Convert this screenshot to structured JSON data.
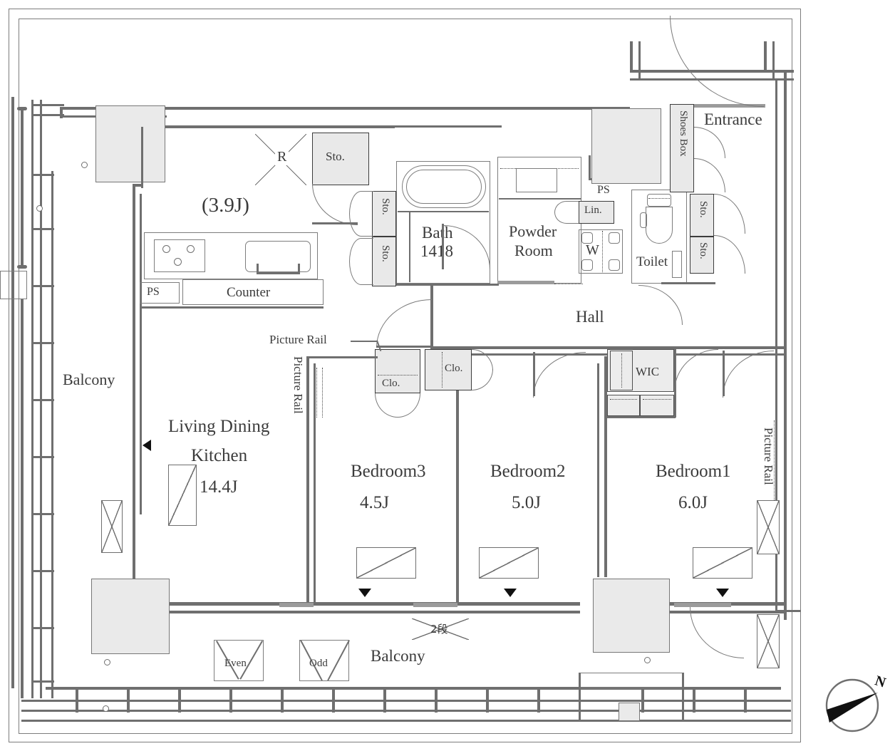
{
  "plan": {
    "type": "residential-floor-plan",
    "unit_system": "Japanese tatami (J)",
    "rooms": [
      {
        "key": "ldk",
        "name": "Living Dining",
        "name2": "Kitchen",
        "size": "14.4J"
      },
      {
        "key": "bedroom1",
        "name": "Bedroom1",
        "size": "6.0J"
      },
      {
        "key": "bedroom2",
        "name": "Bedroom2",
        "size": "5.0J"
      },
      {
        "key": "bedroom3",
        "name": "Bedroom3",
        "size": "4.5J"
      },
      {
        "key": "kitchen_alcove",
        "name": "",
        "size": "(3.9J)"
      }
    ],
    "labels": {
      "kitchen_area": "(3.9J)",
      "refrigerator": "R",
      "storage_top": "Sto.",
      "storage_bath_1": "Sto.",
      "storage_bath_2": "Sto.",
      "storage_ent_1": "Sto.",
      "storage_ent_2": "Sto.",
      "counter": "Counter",
      "ps_kitchen": "PS",
      "ps_hall": "PS",
      "bath": "Bath",
      "bath_size": "1418",
      "powder_room_l1": "Powder",
      "powder_room_l2": "Room",
      "linen": "Lin.",
      "washer": "W",
      "toilet": "Toilet",
      "hall": "Hall",
      "entrance": "Entrance",
      "shoes_box": "Shoes Box",
      "wic": "WIC",
      "closet_1": "Clo.",
      "closet_2": "Clo.",
      "balcony_left": "Balcony",
      "balcony_bottom": "Balcony",
      "picture_rail_callout": "Picture Rail",
      "picture_rail_vertical_left": "Picture Rail",
      "picture_rail_vertical_right": "Picture Rail",
      "living_dining": "Living Dining",
      "kitchen": "Kitchen",
      "ldk_size": "14.4J",
      "bedroom1": "Bedroom1",
      "bedroom1_size": "6.0J",
      "bedroom2": "Bedroom2",
      "bedroom2_size": "5.0J",
      "bedroom3": "Bedroom3",
      "bedroom3_size": "4.5J",
      "meter_even": "Even",
      "meter_odd": "Odd",
      "tier_note": "2段",
      "compass_north": "N"
    },
    "colors": {
      "wall_stroke": "#6f6f6f",
      "fill_gray": "#eaeaea",
      "storage_stroke": "#3c3c3c",
      "text": "#3b3b3b",
      "marker": "#111111"
    }
  }
}
